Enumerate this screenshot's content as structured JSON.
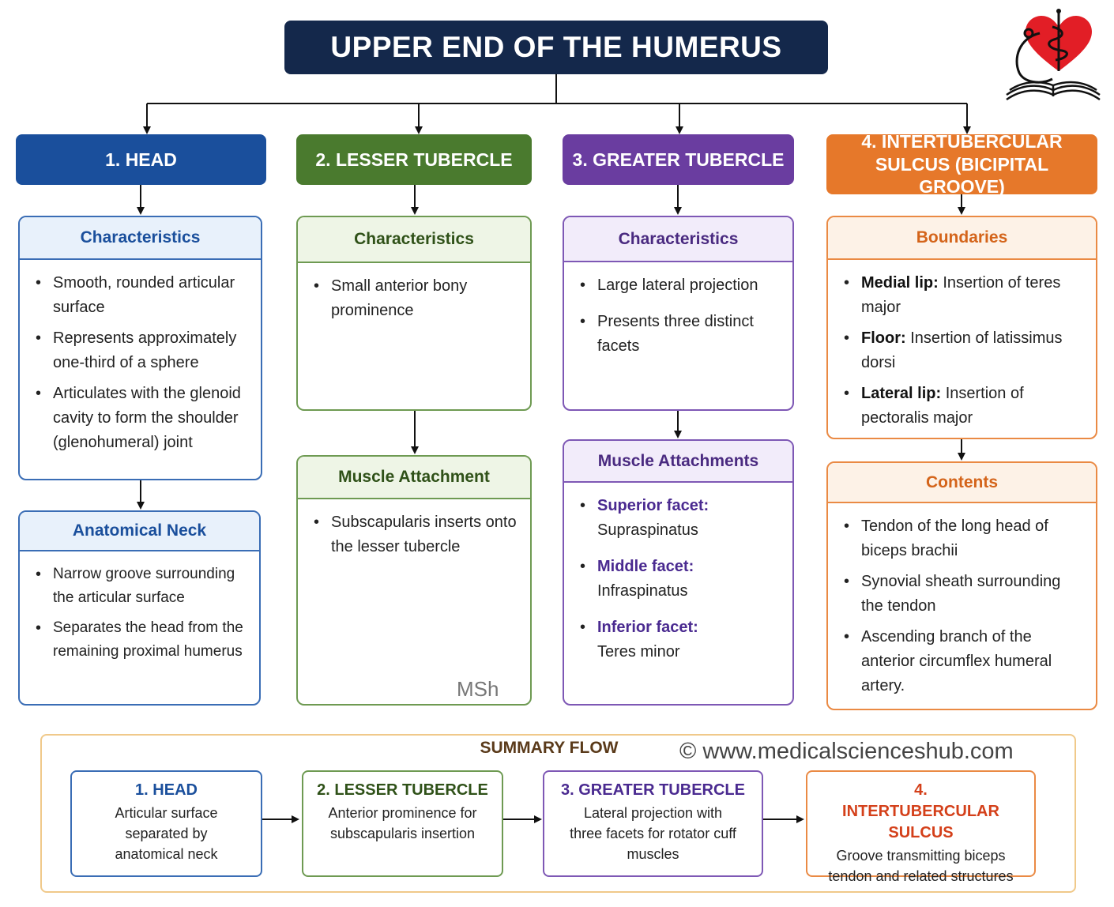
{
  "title": "UPPER END OF THE HUMERUS",
  "columns": [
    {
      "header": "1. HEAD",
      "cards": [
        {
          "title": "Characteristics",
          "items": [
            {
              "label": "",
              "text": "Smooth, rounded articular surface"
            },
            {
              "label": "",
              "text": "Represents approximately one-third of a sphere"
            },
            {
              "label": "",
              "text": "Articulates with the glenoid cavity to form the shoulder (glenohumeral) joint"
            }
          ]
        },
        {
          "title": "Anatomical Neck",
          "items": [
            {
              "label": "",
              "text": "Narrow groove surrounding the articular surface"
            },
            {
              "label": "",
              "text": "Separates the head from the remaining proximal humerus"
            }
          ]
        }
      ]
    },
    {
      "header": "2. LESSER TUBERCLE",
      "cards": [
        {
          "title": "Characteristics",
          "items": [
            {
              "label": "",
              "text": "Small anterior bony prominence"
            }
          ]
        },
        {
          "title": "Muscle Attachment",
          "items": [
            {
              "label": "",
              "text": "Subscapularis inserts onto the lesser tubercle"
            }
          ]
        }
      ]
    },
    {
      "header": "3. GREATER TUBERCLE",
      "cards": [
        {
          "title": "Characteristics",
          "items": [
            {
              "label": "",
              "text": "Large lateral projection"
            },
            {
              "label": "",
              "text": "Presents three distinct facets"
            }
          ]
        },
        {
          "title": "Muscle Attachments",
          "items": [
            {
              "label": "Superior facet:",
              "text": "Supraspinatus"
            },
            {
              "label": "Middle facet:",
              "text": "Infraspinatus"
            },
            {
              "label": "Inferior facet:",
              "text": "Teres minor"
            }
          ]
        }
      ]
    },
    {
      "header": "4. INTERTUBERCULAR SULCUS (BICIPITAL GROOVE)",
      "cards": [
        {
          "title": "Boundaries",
          "items": [
            {
              "label": "Medial lip:",
              "text": " Insertion of teres major"
            },
            {
              "label": "Floor:",
              "text": " Insertion of latissimus dorsi"
            },
            {
              "label": "Lateral lip:",
              "text": " Insertion of pectoralis major"
            }
          ]
        },
        {
          "title": "Contents",
          "items": [
            {
              "label": "",
              "text": "Tendon of the long head of biceps brachii"
            },
            {
              "label": "",
              "text": "Synovial sheath surrounding the tendon"
            },
            {
              "label": "",
              "text": "Ascending branch of the anterior circumflex humeral artery."
            }
          ]
        }
      ]
    }
  ],
  "watermark": "MSh",
  "summary": {
    "title": "SUMMARY FLOW",
    "copyright": "© www.medicalscienceshub.com",
    "steps": [
      {
        "title": "1. HEAD",
        "desc": "Articular surface separated by anatomical neck"
      },
      {
        "title": "2. LESSER TUBERCLE",
        "desc": "Anterior prominence for subscapularis insertion"
      },
      {
        "title": "3. GREATER TUBERCLE",
        "desc": "Lateral projection with three facets for rotator cuff muscles"
      },
      {
        "title": "4. INTERTUBERCULAR SULCUS",
        "desc": "Groove transmitting biceps tendon and related structures"
      }
    ]
  },
  "logo": {
    "icon": "heart-caduceus-book-logo",
    "heart_color": "#e21e26"
  },
  "colors": {
    "navy": "#14284b",
    "blue": "#1a4f9c",
    "green": "#4a7a2e",
    "purple": "#6a3da0",
    "orange": "#e6782a"
  }
}
